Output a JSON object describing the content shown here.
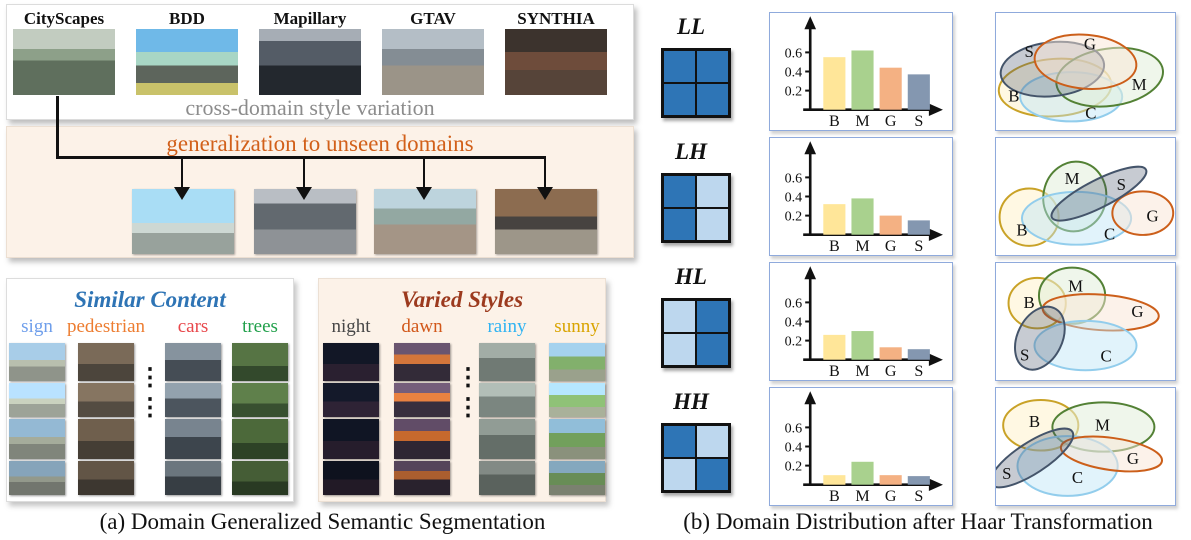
{
  "captions": {
    "a": "(a) Domain Generalized Semantic Segmentation",
    "b": "(b) Domain Distribution after Haar Transformation"
  },
  "left": {
    "datasets": [
      {
        "name": "CityScapes"
      },
      {
        "name": "BDD"
      },
      {
        "name": "Mapillary"
      },
      {
        "name": "GTAV"
      },
      {
        "name": "SYNTHIA"
      }
    ],
    "style_variation_caption": "cross-domain style variation",
    "generalization_caption": "generalization to unseen domains",
    "similar_content": {
      "title": "Similar Content",
      "title_color": "#2e74b5",
      "dots": "⋮\n⋮",
      "columns": [
        {
          "label": "sign",
          "color": "#6e9eeb"
        },
        {
          "label": "pedestrian",
          "color": "#ed7d31"
        },
        {
          "label": "cars",
          "color": "#e8484c"
        },
        {
          "label": "trees",
          "color": "#21a04b"
        }
      ]
    },
    "varied_styles": {
      "title": "Varied Styles",
      "title_color": "#9c3a1e",
      "dots": "⋮\n⋮",
      "columns": [
        {
          "label": "night",
          "color": "#474747"
        },
        {
          "label": "dawn",
          "color": "#d2581a"
        },
        {
          "label": "rainy",
          "color": "#2fb3f2"
        },
        {
          "label": "sunny",
          "color": "#d9a400"
        }
      ]
    }
  },
  "right": {
    "grid_colors": {
      "dark": "#2e75b6",
      "light": "#bdd7ee"
    },
    "venn_styles": {
      "B": {
        "stroke": "#c9a227",
        "fill": "rgba(255,242,204,0.55)"
      },
      "M": {
        "stroke": "#538135",
        "fill": "rgba(226,239,218,0.55)"
      },
      "G": {
        "stroke": "#cc5f1a",
        "fill": "rgba(250,229,213,0.50)"
      },
      "S": {
        "stroke": "#44546a",
        "fill": "rgba(68,84,106,0.30)"
      },
      "C": {
        "stroke": "#92cdec",
        "fill": "rgba(189,228,247,0.45)"
      }
    },
    "rows": [
      {
        "label": "LL",
        "grid": [
          "dark",
          "dark",
          "dark",
          "dark"
        ],
        "venn": [
          {
            "set": "B",
            "cx": 0.33,
            "cy": 0.64,
            "rx": 0.315,
            "ry": 0.25,
            "rot": -4,
            "lx": 0.1,
            "ly": 0.71
          },
          {
            "set": "C",
            "cx": 0.42,
            "cy": 0.72,
            "rx": 0.285,
            "ry": 0.215,
            "rot": 0,
            "lx": 0.53,
            "ly": 0.86
          },
          {
            "set": "M",
            "cx": 0.635,
            "cy": 0.55,
            "rx": 0.3,
            "ry": 0.25,
            "rot": -8,
            "lx": 0.8,
            "ly": 0.61
          },
          {
            "set": "S",
            "cx": 0.315,
            "cy": 0.48,
            "rx": 0.29,
            "ry": 0.235,
            "rot": -6,
            "lx": 0.185,
            "ly": 0.32
          },
          {
            "set": "G",
            "cx": 0.5,
            "cy": 0.415,
            "rx": 0.285,
            "ry": 0.235,
            "rot": 5,
            "lx": 0.525,
            "ly": 0.255
          }
        ]
      },
      {
        "label": "LH",
        "grid": [
          "dark",
          "light",
          "dark",
          "light"
        ],
        "venn": [
          {
            "set": "B",
            "cx": 0.185,
            "cy": 0.68,
            "rx": 0.165,
            "ry": 0.25,
            "rot": 0,
            "lx": 0.145,
            "ly": 0.79
          },
          {
            "set": "M",
            "cx": 0.44,
            "cy": 0.5,
            "rx": 0.175,
            "ry": 0.305,
            "rot": 12,
            "lx": 0.425,
            "ly": 0.34
          },
          {
            "set": "C",
            "cx": 0.45,
            "cy": 0.69,
            "rx": 0.305,
            "ry": 0.23,
            "rot": 0,
            "lx": 0.635,
            "ly": 0.825
          },
          {
            "set": "G",
            "cx": 0.82,
            "cy": 0.645,
            "rx": 0.17,
            "ry": 0.19,
            "rot": 0,
            "lx": 0.875,
            "ly": 0.665
          },
          {
            "set": "S",
            "cx": 0.575,
            "cy": 0.475,
            "rx": 0.295,
            "ry": 0.12,
            "rot": -27,
            "lx": 0.7,
            "ly": 0.39
          }
        ]
      },
      {
        "label": "HL",
        "grid": [
          "light",
          "dark",
          "light",
          "dark"
        ],
        "venn": [
          {
            "set": "B",
            "cx": 0.23,
            "cy": 0.34,
            "rx": 0.16,
            "ry": 0.22,
            "rot": 0,
            "lx": 0.185,
            "ly": 0.33
          },
          {
            "set": "M",
            "cx": 0.425,
            "cy": 0.275,
            "rx": 0.185,
            "ry": 0.245,
            "rot": 0,
            "lx": 0.445,
            "ly": 0.185
          },
          {
            "set": "G",
            "cx": 0.585,
            "cy": 0.42,
            "rx": 0.325,
            "ry": 0.155,
            "rot": 4,
            "lx": 0.79,
            "ly": 0.41
          },
          {
            "set": "C",
            "cx": 0.5,
            "cy": 0.71,
            "rx": 0.285,
            "ry": 0.215,
            "rot": 0,
            "lx": 0.615,
            "ly": 0.795
          },
          {
            "set": "S",
            "cx": 0.245,
            "cy": 0.645,
            "rx": 0.125,
            "ry": 0.29,
            "rot": 26,
            "lx": 0.16,
            "ly": 0.79
          }
        ]
      },
      {
        "label": "HH",
        "grid": [
          "dark",
          "light",
          "light",
          "dark"
        ],
        "venn": [
          {
            "set": "B",
            "cx": 0.25,
            "cy": 0.315,
            "rx": 0.21,
            "ry": 0.22,
            "rot": 0,
            "lx": 0.215,
            "ly": 0.28
          },
          {
            "set": "M",
            "cx": 0.6,
            "cy": 0.33,
            "rx": 0.285,
            "ry": 0.215,
            "rot": 0,
            "lx": 0.595,
            "ly": 0.31
          },
          {
            "set": "C",
            "cx": 0.4,
            "cy": 0.67,
            "rx": 0.28,
            "ry": 0.26,
            "rot": 0,
            "lx": 0.455,
            "ly": 0.765
          },
          {
            "set": "G",
            "cx": 0.645,
            "cy": 0.565,
            "rx": 0.285,
            "ry": 0.14,
            "rot": 8,
            "lx": 0.765,
            "ly": 0.6
          },
          {
            "set": "S",
            "cx": 0.2,
            "cy": 0.6,
            "rx": 0.27,
            "ry": 0.135,
            "rot": -33,
            "lx": 0.06,
            "ly": 0.73
          }
        ]
      }
    ]
  },
  "chart_data": [
    {
      "type": "bar",
      "title": "LL",
      "categories": [
        "B",
        "M",
        "G",
        "S"
      ],
      "values": [
        0.55,
        0.62,
        0.44,
        0.37
      ],
      "yticks": [
        0.2,
        0.4,
        0.6
      ],
      "ylim": [
        0,
        0.75
      ],
      "bar_colors": {
        "B": "#ffe699",
        "M": "#a9d18e",
        "G": "#f4b183",
        "S": "#8497b0"
      }
    },
    {
      "type": "bar",
      "title": "LH",
      "categories": [
        "B",
        "M",
        "G",
        "S"
      ],
      "values": [
        0.32,
        0.38,
        0.2,
        0.15
      ],
      "yticks": [
        0.2,
        0.4,
        0.6
      ],
      "ylim": [
        0,
        0.75
      ],
      "bar_colors": {
        "B": "#ffe699",
        "M": "#a9d18e",
        "G": "#f4b183",
        "S": "#8497b0"
      }
    },
    {
      "type": "bar",
      "title": "HL",
      "categories": [
        "B",
        "M",
        "G",
        "S"
      ],
      "values": [
        0.26,
        0.3,
        0.13,
        0.11
      ],
      "yticks": [
        0.2,
        0.4,
        0.6
      ],
      "ylim": [
        0,
        0.75
      ],
      "bar_colors": {
        "B": "#ffe699",
        "M": "#a9d18e",
        "G": "#f4b183",
        "S": "#8497b0"
      }
    },
    {
      "type": "bar",
      "title": "HH",
      "categories": [
        "B",
        "M",
        "G",
        "S"
      ],
      "values": [
        0.1,
        0.24,
        0.1,
        0.09
      ],
      "yticks": [
        0.2,
        0.4,
        0.6
      ],
      "ylim": [
        0,
        0.75
      ],
      "bar_colors": {
        "B": "#ffe699",
        "M": "#a9d18e",
        "G": "#f4b183",
        "S": "#8497b0"
      }
    }
  ]
}
